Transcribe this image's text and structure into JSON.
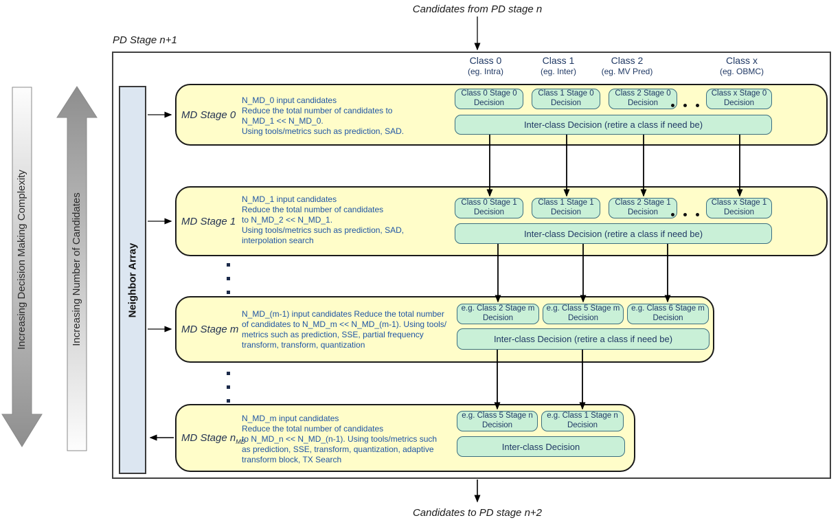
{
  "colors": {
    "yellow": "#fffdc9",
    "green": "#c9f0d7",
    "green-border": "#3b6e7f",
    "green-text": "#1f3864",
    "blue-text": "#1f55a4",
    "navy": "#1f3864",
    "label": "#243352",
    "neighbor-fill": "#dce6f1",
    "frame-border": "#404040"
  },
  "top_label": "Candidates from PD stage n",
  "bottom_label": "Candidates to PD stage n+2",
  "frame_label": "PD Stage n+1",
  "side_arrows": {
    "complexity": "Increasing Decision Making Complexity",
    "candidates": "Increasing Number of Candidates"
  },
  "neighbor_array": "Neighbor Array",
  "class_headers": [
    {
      "name": "Class 0",
      "example": "(eg. Intra)"
    },
    {
      "name": "Class 1",
      "example": "(eg. Inter)"
    },
    {
      "name": "Class 2",
      "example": "(eg. MV Pred)"
    },
    {
      "name": "Class x",
      "example": "(eg. OBMC)"
    }
  ],
  "stages": [
    {
      "label": "MD Stage 0",
      "description": "N_MD_0 input candidates\nReduce the total number of candidates to\nN_MD_1 << N_MD_0.\nUsing tools/metrics such as prediction, SAD.",
      "classes": [
        "Class 0 Stage 0 Decision",
        "Class 1 Stage 0 Decision",
        "Class 2 Stage 0 Decision",
        "Class x Stage 0 Decision"
      ],
      "interclass": "Inter-class Decision (retire a class if need be)"
    },
    {
      "label": "MD Stage 1",
      "description": "N_MD_1 input candidates\nReduce the total number of candidates\nto N_MD_2 << N_MD_1.\nUsing tools/metrics such as prediction, SAD,\ninterpolation search",
      "classes": [
        "Class 0 Stage 1 Decision",
        "Class 1 Stage 1 Decision",
        "Class 2 Stage 1 Decision",
        "Class x Stage 1 Decision"
      ],
      "interclass": "Inter-class Decision (retire a class if need be)"
    },
    {
      "label": "MD Stage m",
      "description": "N_MD_(m-1) input candidates Reduce the total number\nof candidates to N_MD_m << N_MD_(m-1). Using tools/\nmetrics such as prediction, SSE, partial frequency\ntransform, transform, quantization",
      "classes": [
        "e.g. Class 2 Stage m Decision",
        "e.g. Class 5 Stage m Decision",
        "e.g. Class 6 Stage m Decision"
      ],
      "interclass": "Inter-class Decision (retire a class if need be)"
    },
    {
      "label": "MD Stage n",
      "label_sub": "MD",
      "description": "N_MD_m input candidates\nReduce the total number of candidates\nto N_MD_n << N_MD_(n-1). Using tools/metrics such\nas prediction, SSE, transform, quantization, adaptive\ntransform block, TX Search",
      "classes": [
        "e.g. Class 5 Stage n Decision",
        "e.g. Class 1 Stage n Decision"
      ],
      "interclass": "Inter-class Decision"
    }
  ]
}
